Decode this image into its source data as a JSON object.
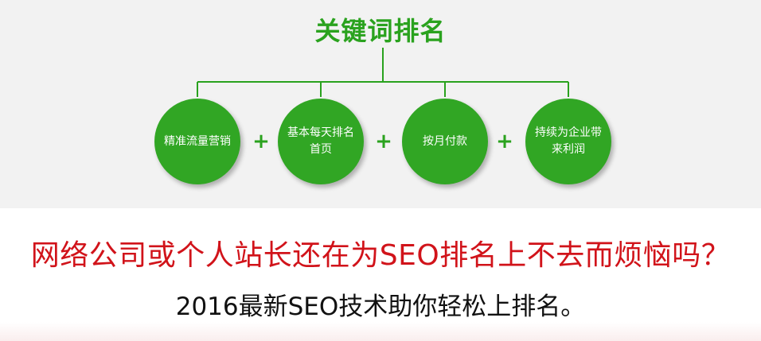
{
  "title": "关键词排名",
  "features": [
    {
      "label": "精准流量营销"
    },
    {
      "label": "基本每天排名\n首页"
    },
    {
      "label": "按月付款"
    },
    {
      "label": "持续为企业带\n来利润"
    }
  ],
  "plus_symbol": "+",
  "headline": "网络公司或个人站长还在为SEO排名上不去而烦恼吗？",
  "subline": "2016最新SEO技术助你轻松上排名。",
  "colors": {
    "green": "#31a624",
    "title_green": "#2aa21e",
    "red": "#d1131a"
  }
}
